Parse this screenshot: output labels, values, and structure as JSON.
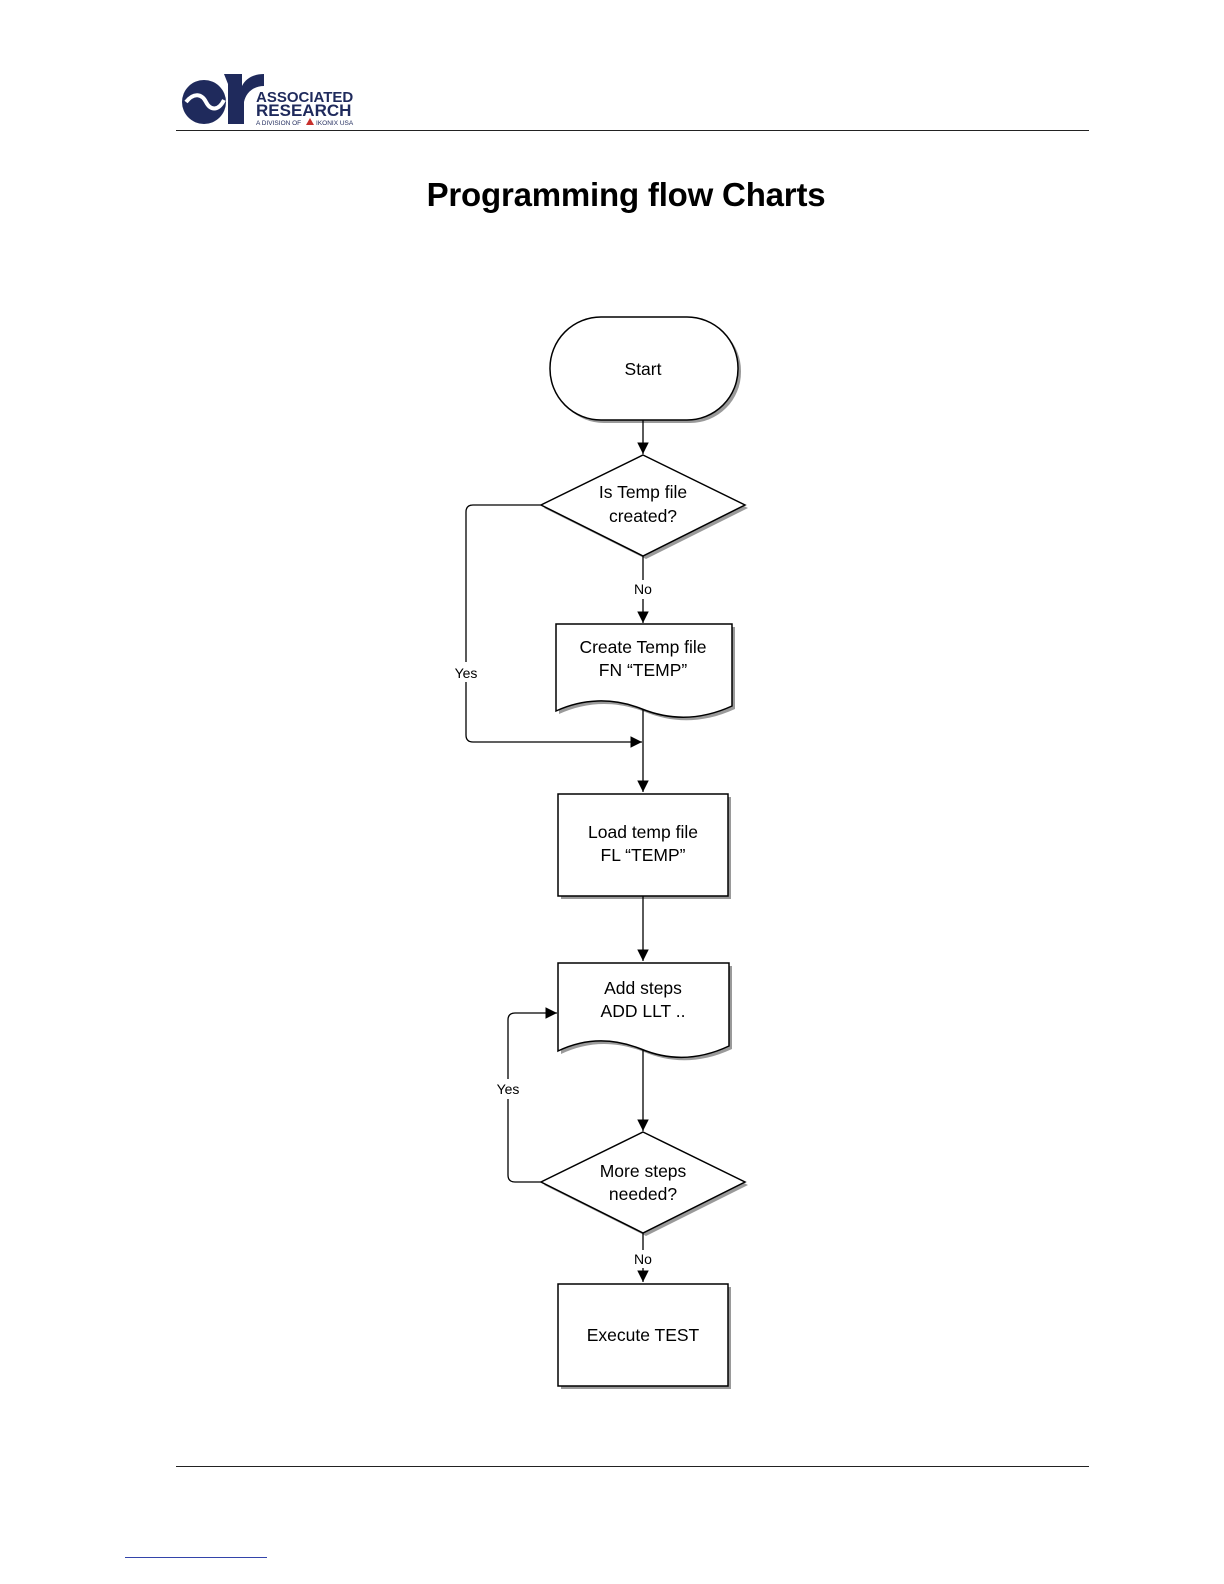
{
  "header": {
    "logo": {
      "line1": "ASSOCIATED",
      "line2": "RESEARCH",
      "tagline_prefix": "A DIVISION OF",
      "tagline_brand": "IKONIX USA",
      "colors": {
        "navy": "#1f2a5c",
        "red": "#c8302c"
      }
    }
  },
  "page": {
    "title": "Programming flow Charts"
  },
  "flowchart": {
    "nodes": {
      "start": {
        "shape": "terminator",
        "lines": [
          "Start"
        ]
      },
      "temp_exists": {
        "shape": "decision",
        "lines": [
          "Is Temp file",
          "created?"
        ]
      },
      "create_temp": {
        "shape": "document",
        "lines": [
          "Create Temp file",
          "FN “TEMP”"
        ]
      },
      "load_temp": {
        "shape": "process",
        "lines": [
          "Load temp file",
          "FL “TEMP”"
        ]
      },
      "add_steps": {
        "shape": "document",
        "lines": [
          "Add steps",
          "ADD LLT .."
        ]
      },
      "more_steps": {
        "shape": "decision",
        "lines": [
          "More steps",
          "needed?"
        ]
      },
      "execute": {
        "shape": "process",
        "lines": [
          "Execute TEST"
        ]
      }
    },
    "edge_labels": {
      "temp_no": "No",
      "temp_yes": "Yes",
      "more_yes": "Yes",
      "more_no": "No"
    }
  }
}
